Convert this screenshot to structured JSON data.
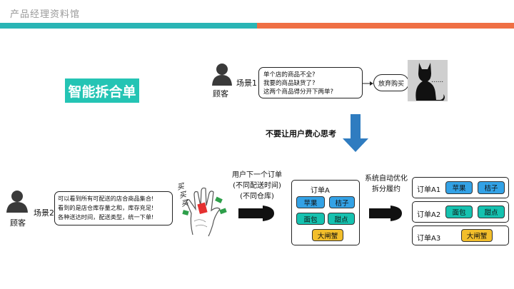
{
  "header": {
    "title": "产品经理资料馆"
  },
  "badge": {
    "text": "智能拆合单"
  },
  "scene1": {
    "person_label": "顾客",
    "scene_label": "场景1",
    "bubble_lines": [
      "单个店的商品不全?",
      "我要的商品缺货了?",
      "这两个商品得分开下两单?"
    ],
    "result": "放弃购买",
    "ellipsis": "......"
  },
  "middle": {
    "caption": "不要让用户费心思考"
  },
  "scene2": {
    "person_label": "顾客",
    "scene_label": "场景2",
    "bubble_lines": [
      "可以看到所有可配送的店合商品集合!",
      "看到的是店仓库存量之和，库存充足!",
      "各种送达时间，配送类型，统一下单!"
    ],
    "shout": "买买买",
    "order_note": [
      "用户下一个订单",
      "(不同配送时间)",
      "(不同仓库)"
    ],
    "split_note": [
      "系统自动优化",
      "拆分履约"
    ]
  },
  "order": {
    "title": "订单A",
    "items": [
      {
        "label": "苹果",
        "color": "#33a2e6"
      },
      {
        "label": "桔子",
        "color": "#33a2e6"
      },
      {
        "label": "面包",
        "color": "#15c2b0"
      },
      {
        "label": "甜点",
        "color": "#15c2b0"
      },
      {
        "label": "大闸蟹",
        "color": "#f2be2b"
      }
    ]
  },
  "suborders": [
    {
      "title": "订单A1",
      "items": [
        "苹果",
        "桔子"
      ]
    },
    {
      "title": "订单A2",
      "items": [
        "面包",
        "甜点"
      ]
    },
    {
      "title": "订单A3",
      "items": [
        "大闸蟹"
      ]
    }
  ],
  "colors": {
    "teal": "#2ab5b5",
    "orange": "#ef6f44",
    "arrow_blue": "#2f7cc0"
  }
}
